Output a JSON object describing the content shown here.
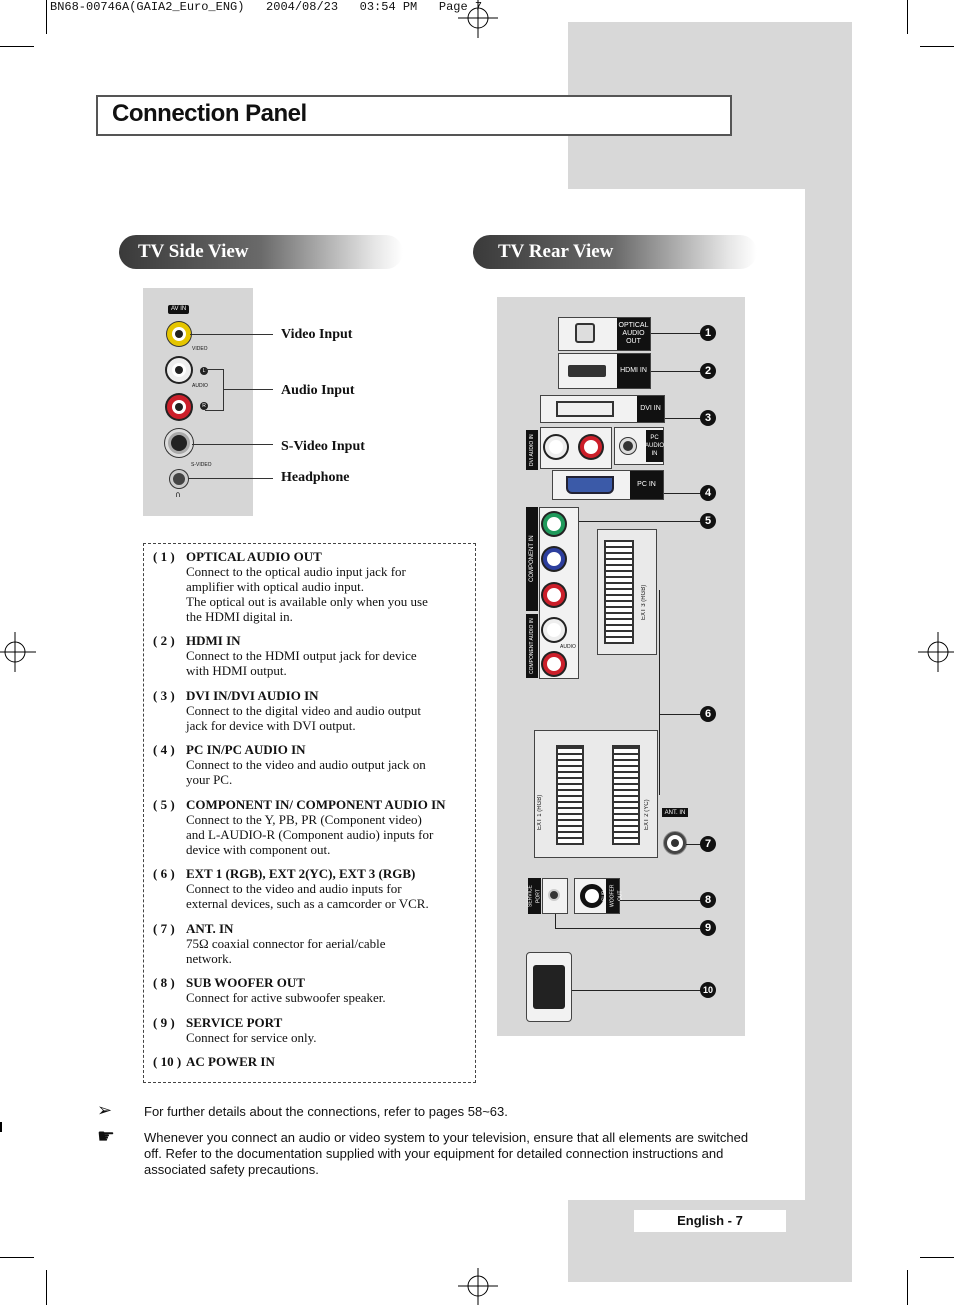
{
  "slug": "BN68-00746A(GAIA2_Euro_ENG)   2004/08/23   03:54 PM   Page 7",
  "title": "Connection Panel",
  "side_view": {
    "heading": "TV Side View",
    "panel_tags": {
      "av_in": "AV IN",
      "video": "VIDEO",
      "audio": "AUDIO",
      "svideo": "S-VIDEO",
      "l": "L",
      "r": "R"
    },
    "labels": {
      "video": "Video Input",
      "audio": "Audio Input",
      "svideo": "S-Video Input",
      "headphone": "Headphone"
    }
  },
  "rear_view": {
    "heading": "TV Rear View",
    "port_labels": {
      "optical": "OPTICAL AUDIO OUT",
      "hdmi": "HDMI IN",
      "dvi": "DVI IN",
      "dvi_audio": "DVI AUDIO IN",
      "pc_audio": "PC AUDIO IN",
      "pc": "PC IN",
      "component": "COMPONENT IN",
      "component_audio": "COMPONENT AUDIO IN",
      "audio": "AUDIO",
      "ext3": "EXT 3 (RGB)",
      "ext1": "EXT 1 (RGB)",
      "ext2": "EXT 2 (YC)",
      "ant": "ANT. IN",
      "service": "SERVICE PORT",
      "sub": "SUB WOOFER OUT"
    },
    "callouts": [
      "1",
      "2",
      "3",
      "4",
      "5",
      "6",
      "7",
      "8",
      "9",
      "10"
    ]
  },
  "descriptions": [
    {
      "num": "( 1 )",
      "head": "OPTICAL AUDIO OUT",
      "lines": [
        "Connect to the optical audio input jack for",
        "amplifier with optical audio input.",
        "The optical out is available only when you use",
        "the HDMI digital in."
      ]
    },
    {
      "num": "( 2 )",
      "head": "HDMI IN",
      "lines": [
        "Connect to the HDMI output jack for device",
        "with HDMI output."
      ]
    },
    {
      "num": "( 3 )",
      "head": "DVI IN/DVI AUDIO IN",
      "lines": [
        "Connect to the digital video and audio output",
        "jack for device with DVI output."
      ]
    },
    {
      "num": "( 4 )",
      "head": "PC IN/PC AUDIO IN",
      "lines": [
        "Connect to the video and audio output jack on",
        "your PC."
      ]
    },
    {
      "num": "( 5 )",
      "head": "COMPONENT IN/ COMPONENT AUDIO IN",
      "lines": [
        "Connect to the Y, PB, PR (Component video)",
        "and L-AUDIO-R (Component audio) inputs for",
        "device with component out."
      ]
    },
    {
      "num": "( 6 )",
      "head": "EXT 1 (RGB),  EXT 2(YC),  EXT 3 (RGB)",
      "lines": [
        "Connect to the video and audio inputs for",
        "external devices, such as a camcorder or VCR."
      ]
    },
    {
      "num": "( 7 )",
      "head": "ANT. IN",
      "lines": [
        "75Ω coaxial connector for aerial/cable",
        "network."
      ]
    },
    {
      "num": "( 8 )",
      "head": "SUB WOOFER OUT",
      "lines": [
        "Connect for active subwoofer speaker."
      ]
    },
    {
      "num": "( 9 )",
      "head": "SERVICE PORT",
      "lines": [
        "Connect for service only."
      ]
    },
    {
      "num": "( 10 )",
      "head": "AC POWER IN",
      "lines": []
    }
  ],
  "notes": {
    "arrow_note": "For further details about the connections, refer to pages 58~63.",
    "hand_note_lines": [
      "Whenever you connect an audio or video system to your television, ensure that all elements are switched",
      "off. Refer to the documentation supplied with your equipment  for detailed connection instructions and",
      "associated safety precautions."
    ]
  },
  "footer": {
    "page_label": "English - 7"
  }
}
